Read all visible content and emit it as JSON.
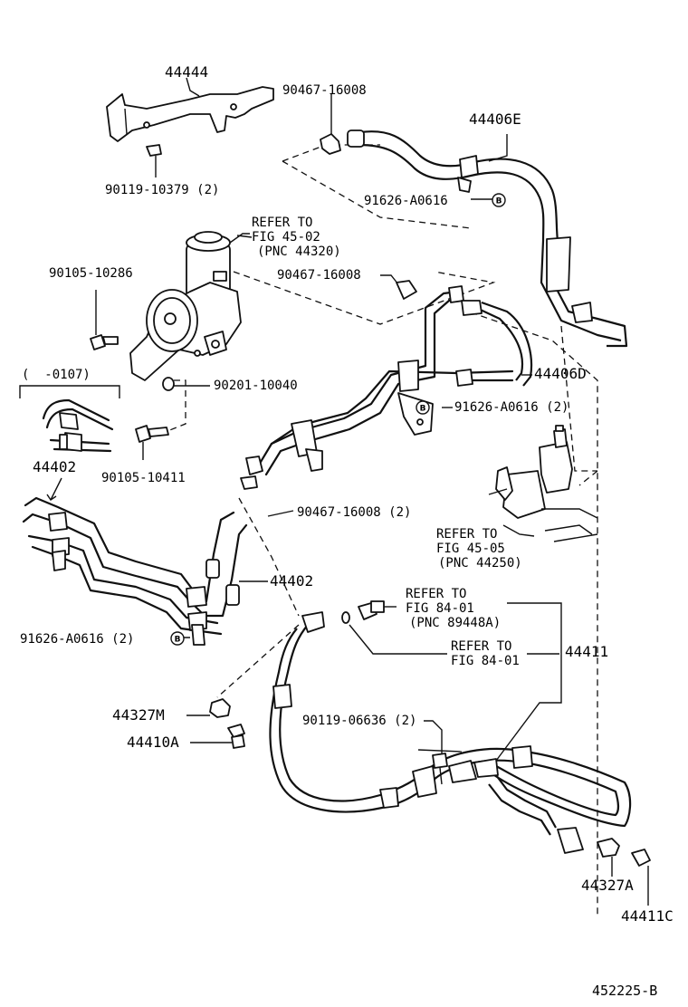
{
  "labels": {
    "p44444": "44444",
    "p90467_top": "90467-16008",
    "p44406e": "44406E",
    "p90119_10379": "90119-10379 (2)",
    "p91626_top": "91626-A0616",
    "refer_pump_1": "REFER TO",
    "refer_pump_2": "FIG 45-02",
    "refer_pump_3": "(PNC 44320)",
    "p90105_10286": "90105-10286",
    "p90467_mid": "90467-16008",
    "date_range": "(  -0107)",
    "p90201": "90201-10040",
    "p44406d": "44406D",
    "p91626_mid": "91626-A0616 (2)",
    "p44402_top": "44402",
    "p90105_10411": "90105-10411",
    "p90467_low": "90467-16008 (2)",
    "refer_gear_1": "REFER TO",
    "refer_gear_2": "FIG 45-05",
    "refer_gear_3": "(PNC 44250)",
    "p44402_mid": "44402",
    "refer_cool_1": "REFER TO",
    "refer_cool_2": "FIG 84-01",
    "refer_cool_3": "(PNC 89448A)",
    "p91626_low": "91626-A0616 (2)",
    "refer_fig_1": "REFER TO",
    "refer_fig_2": "FIG 84-01",
    "p44411": "44411",
    "p44327m": "44327M",
    "p90119_06636": "90119-06636 (2)",
    "p44410a": "44410A",
    "p44327a": "44327A",
    "p44411c": "44411C",
    "diagram_code": "452225-B"
  },
  "bolt_marker": "B",
  "colors": {
    "ink": "#111111",
    "paper": "#ffffff"
  }
}
